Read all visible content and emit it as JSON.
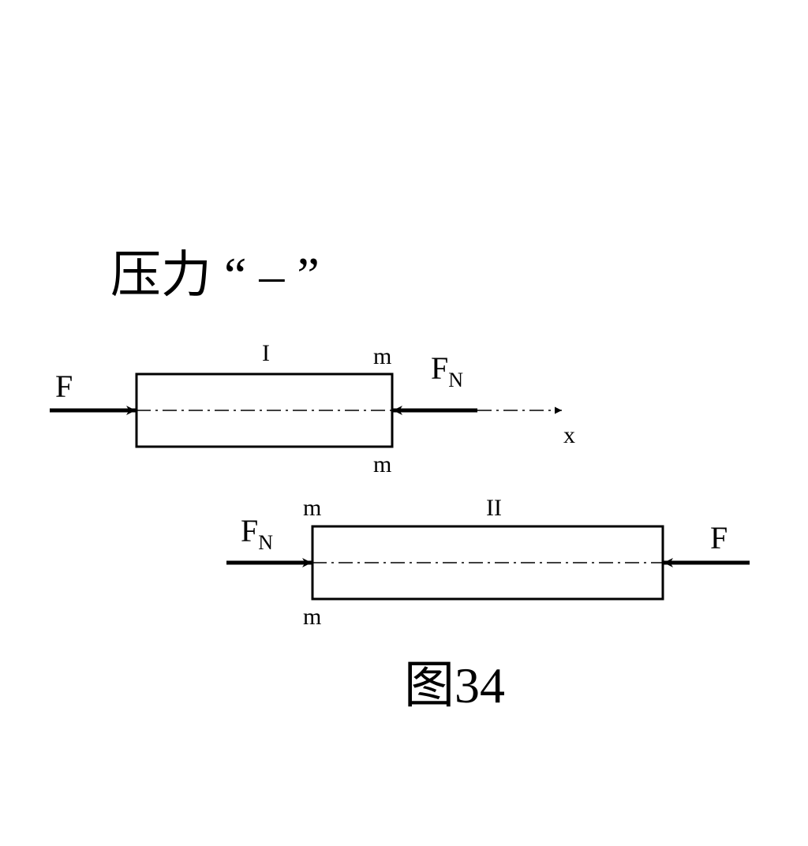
{
  "heading": "压力 “ – ”",
  "caption": "图34",
  "upper": {
    "segment": "I",
    "section_top": "m",
    "section_bottom": "m",
    "applied_force": "F",
    "internal_force": "F",
    "internal_force_sub": "N",
    "axis_label": "x"
  },
  "lower": {
    "segment": "II",
    "section_top": "m",
    "section_bottom": "m",
    "applied_force": "F",
    "internal_force": "F",
    "internal_force_sub": "N"
  }
}
